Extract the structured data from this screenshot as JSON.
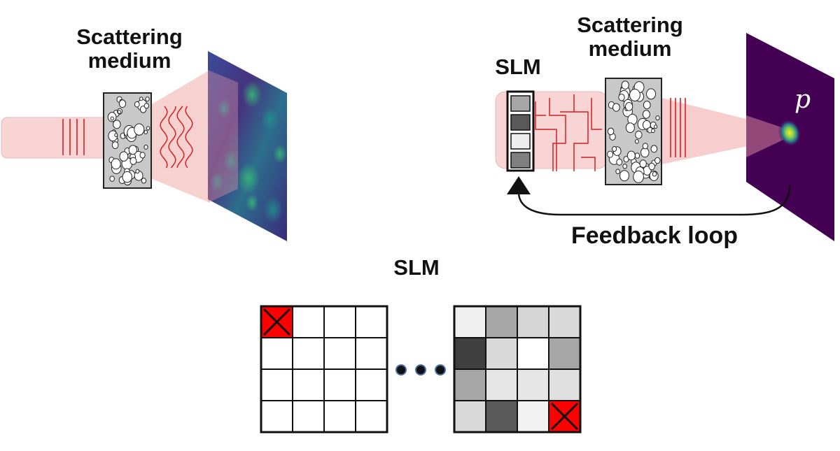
{
  "left_panel": {
    "medium_label_line1": "Scattering",
    "medium_label_line2": "medium"
  },
  "right_panel": {
    "slm_label": "SLM",
    "medium_label_line1": "Scattering",
    "medium_label_line2": "medium",
    "target_label": "p",
    "feedback_label": "Feedback loop"
  },
  "bottom_panel": {
    "slm_label": "SLM",
    "grid_initial": {
      "rows": 4,
      "cols": 4,
      "marked_cell": [
        0,
        0
      ],
      "cell_gray_values": [
        [
          "#ffffff",
          "#ffffff",
          "#ffffff",
          "#ffffff"
        ],
        [
          "#ffffff",
          "#ffffff",
          "#ffffff",
          "#ffffff"
        ],
        [
          "#ffffff",
          "#ffffff",
          "#ffffff",
          "#ffffff"
        ],
        [
          "#ffffff",
          "#ffffff",
          "#ffffff",
          "#ffffff"
        ]
      ]
    },
    "grid_final": {
      "rows": 4,
      "cols": 4,
      "marked_cell": [
        3,
        3
      ],
      "cell_gray_values": [
        [
          "#f0f0f0",
          "#a6a6a6",
          "#d6d6d6",
          "#d9d9d9"
        ],
        [
          "#404040",
          "#d9d9d9",
          "#ffffff",
          "#a6a6a6"
        ],
        [
          "#a6a6a6",
          "#e6e6e6",
          "#e6e6e6",
          "#e0e0e0"
        ],
        [
          "#d9d9d9",
          "#595959",
          "#f2f2f2",
          "#ff0000"
        ]
      ]
    },
    "ellipsis_dots": 3
  },
  "colors": {
    "beam": "#f8d4d4",
    "wavefront": "#d62020",
    "mark_red": "#ff0000",
    "screen_dark": "#440154",
    "focus_yellow": "#fde725"
  }
}
